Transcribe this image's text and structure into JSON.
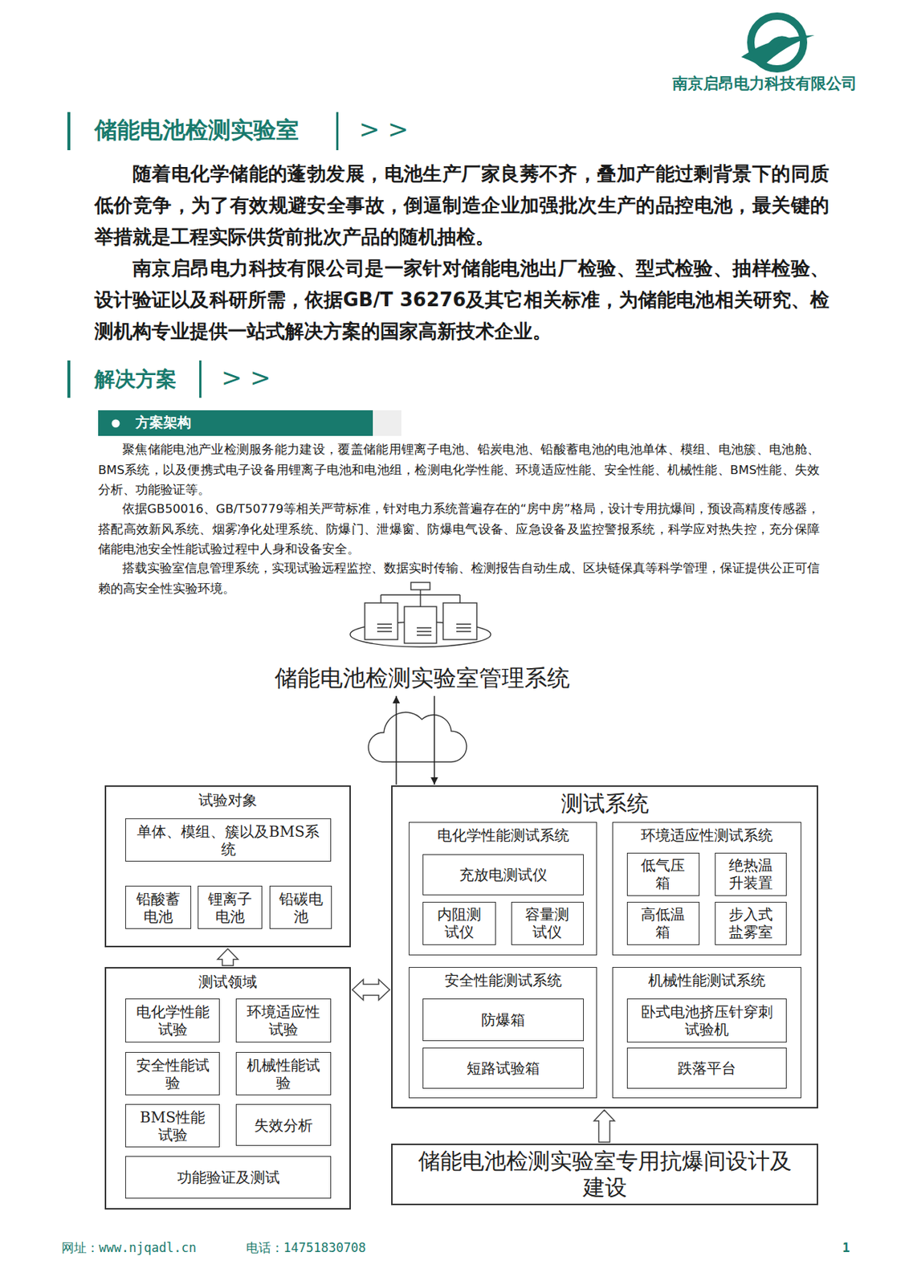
{
  "diagram": {
    "title": "储能电池检测实验室",
    "nodes": [
      {
        "text": [
          "储能电池检测实验室管理系统"
        ]
      },
      {
        "text": [
          "试验对象"
        ]
      },
      {
        "text": [
          "单体、模组、簇以及BMS系统"
        ],
        "in": 1
      },
      {
        "text": [
          "铅酸蓄电池"
        ],
        "in": 1
      },
      {
        "text": [
          "锂离子电池"
        ],
        "in": 1
      },
      {
        "text": [
          "铅碳电池"
        ],
        "in": 1
      },
      {
        "text": [
          "测试领域"
        ]
      },
      {
        "text": [
          "电化学性能试验"
        ],
        "in": 6
      },
      {
        "text": [
          "环境适应性试验"
        ],
        "in": 6
      },
      {
        "text": [
          "安全性能试验"
        ],
        "in": 6
      },
      {
        "text": [
          "机械性能试验"
        ],
        "in": 6
      },
      {
        "text": [
          "BMS性能试验"
        ],
        "in": 6
      },
      {
        "text": [
          "失效分析"
        ],
        "in": 6
      },
      {
        "text": [
          "功能验证及测试"
        ],
        "in": 6
      },
      {
        "text": [
          "测试系统"
        ]
      },
      {
        "text": [
          "电化学性能测试系统"
        ],
        "in": 14
      },
      {
        "text": [
          "充放电测试仪"
        ],
        "in": 15
      },
      {
        "text": [
          "内阻测试仪"
        ],
        "in": 15
      },
      {
        "text": [
          "容量测试仪"
        ],
        "in": 15
      },
      {
        "text": [
          "环境适应性测试系统"
        ],
        "in": 14
      },
      {
        "text": [
          "低气压箱"
        ],
        "in": 19
      },
      {
        "text": [
          "绝热温升装置"
        ],
        "in": 19
      },
      {
        "text": [
          "高低温箱"
        ],
        "in": 19
      },
      {
        "text": [
          "步入式盐雾室"
        ],
        "in": 19
      },
      {
        "text": [
          "安全性能测试系统"
        ],
        "in": 14
      },
      {
        "text": [
          "防爆箱"
        ],
        "in": 24
      },
      {
        "text": [
          "短路试验箱"
        ],
        "in": 24
      },
      {
        "text": [
          "机械性能测试系统"
        ],
        "in": 14
      },
      {
        "text": [
          "卧式电池挤压针穿刺试验机"
        ],
        "in": 27
      },
      {
        "text": [
          "跌落平台"
        ],
        "in": 27
      },
      {
        "text": [
          "储能电池检测实验室专用抗爆间设计及建设"
        ]
      }
    ],
    "edges": [
      {
        "from": 4,
        "to": 2,
        "arrow": "to"
      },
      {
        "from": 6,
        "to": 1,
        "arrow": "to"
      },
      {
        "from": 6,
        "to": 14,
        "arrow": "both"
      },
      {
        "from": 30,
        "to": 14,
        "arrow": "to"
      },
      {
        "from": 14,
        "to": 0,
        "arrow": "to"
      },
      {
        "from": 0,
        "to": 14,
        "arrow": "to"
      }
    ],
    "labels": [
      "南京启昂电力科技有限公司",
      "> >",
      "随着电化学储能的蓬勃发展，电池生产厂家良莠不齐，叠加产能过剩背景下的同质低价竞争，为了有效规避安全事故，倒逼制造企业加强批次生产的品控电池，最关键的举措就是工程实际供货前批次产品的随机抽检。",
      "南京启昂电力科技有限公司是一家针对储能电池出厂检验、型式检验、抽样检验、设计验证以及科研所需，依据GB/T 36276及其它相关标准，为储能电池相关研究、检测机构专业提供一站式解决方案的国家高新技术企业。",
      "解决方案",
      "> >",
      "方案架构",
      "聚焦储能电池产业检测服务能力建设，覆盖储能用锂离子电池、铅炭电池、铅酸蓄电池的电池单体、模组、电池簇、电池舱、BMS系统，以及便携式电子设备用锂离子电池和电池组，检测电化学性能、环境适应性能、安全性能、机械性能、BMS性能、失效分析、功能验证等。",
      "依据GB50016、GB/T50779等相关严苛标准，针对电力系统普遍存在的“房中房”格局，设计专用抗爆间，预设高精度传感器，搭配高效新风系统、烟雾净化处理系统、防爆门、泄爆窗、防爆电气设备、应急设备及监控警报系统，科学应对热失控，充分保障储能电池安全性能试验过程中人身和设备安全。",
      "搭载实验室信息管理系统，实现试验远程监控、数据实时传输、检测报告自动生成、区块链保真等科学管理，保证提供公正可信赖的高安全性实验环境。",
      "网址：www.njqadl.cn",
      "电话：14751830708",
      "1"
    ]
  }
}
